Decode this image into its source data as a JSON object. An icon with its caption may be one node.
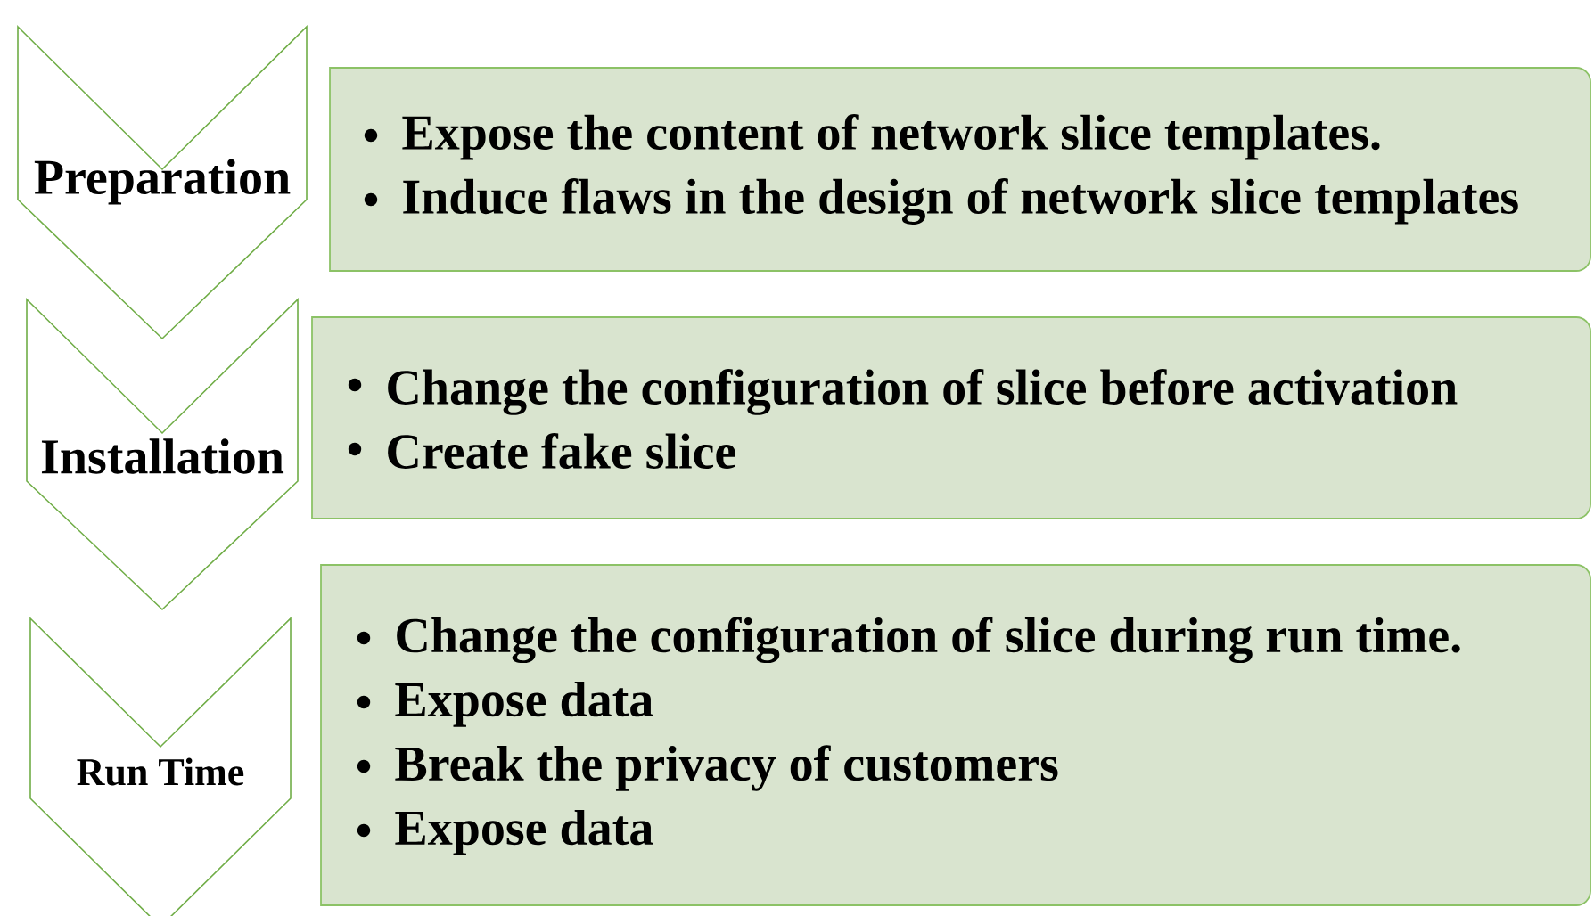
{
  "diagram": {
    "nodes": [
      {
        "text": [
          "Preparation"
        ]
      },
      {
        "text": [
          "Installation"
        ]
      },
      {
        "text": [
          "Run Time"
        ]
      },
      {
        "text": [
          "Expose the content of network slice templates.",
          "Induce flaws in the design of network slice templates"
        ]
      },
      {
        "text": [
          "Change the configuration of slice before activation",
          "Create fake slice"
        ]
      },
      {
        "text": [
          "Change the configuration of slice during run time.",
          "Expose data",
          "Break the privacy of customers",
          "Expose data"
        ]
      }
    ]
  }
}
